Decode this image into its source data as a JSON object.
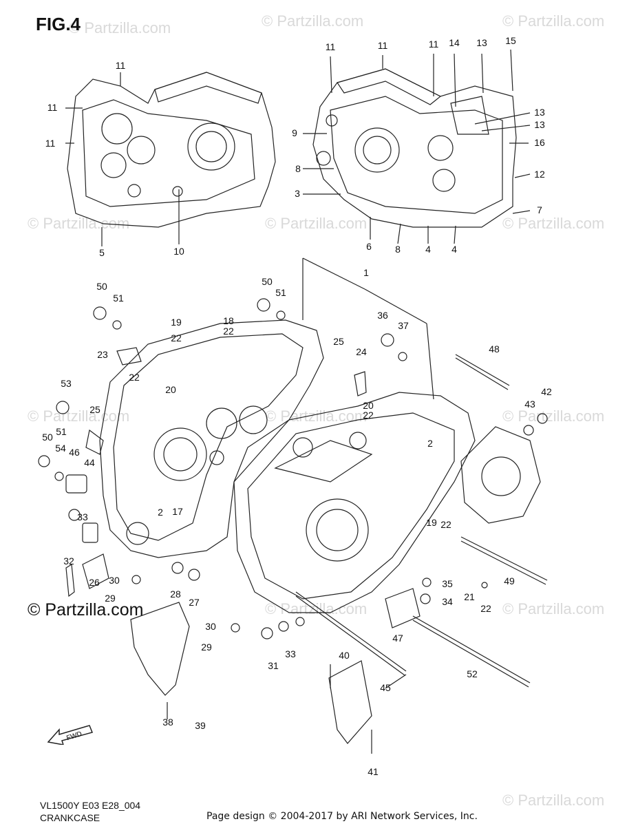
{
  "figure": {
    "title": "FIG.4"
  },
  "watermark": {
    "text": "© Partzilla.com"
  },
  "copyright": {
    "text": "© Partzilla.com"
  },
  "direction": {
    "label": "FWD"
  },
  "model": {
    "code": "VL1500Y E03 E28_004"
  },
  "caption": {
    "text": "CRANKCASE"
  },
  "footer": {
    "text": "Page design © 2004-2017 by ARI Network Services, Inc."
  },
  "callouts": [
    {
      "label": "11"
    },
    {
      "label": "11"
    },
    {
      "label": "11"
    },
    {
      "label": "5"
    },
    {
      "label": "10"
    },
    {
      "label": "11"
    },
    {
      "label": "11"
    },
    {
      "label": "11"
    },
    {
      "label": "14"
    },
    {
      "label": "13"
    },
    {
      "label": "15"
    },
    {
      "label": "13"
    },
    {
      "label": "13"
    },
    {
      "label": "9"
    },
    {
      "label": "16"
    },
    {
      "label": "8"
    },
    {
      "label": "12"
    },
    {
      "label": "3"
    },
    {
      "label": "7"
    },
    {
      "label": "6"
    },
    {
      "label": "8"
    },
    {
      "label": "4"
    },
    {
      "label": "4"
    },
    {
      "label": "1"
    },
    {
      "label": "50"
    },
    {
      "label": "51"
    },
    {
      "label": "50"
    },
    {
      "label": "51"
    },
    {
      "label": "19"
    },
    {
      "label": "18"
    },
    {
      "label": "22"
    },
    {
      "label": "22"
    },
    {
      "label": "36"
    },
    {
      "label": "37"
    },
    {
      "label": "25"
    },
    {
      "label": "24"
    },
    {
      "label": "48"
    },
    {
      "label": "23"
    },
    {
      "label": "22"
    },
    {
      "label": "53"
    },
    {
      "label": "20"
    },
    {
      "label": "25"
    },
    {
      "label": "20"
    },
    {
      "label": "22"
    },
    {
      "label": "43"
    },
    {
      "label": "42"
    },
    {
      "label": "50"
    },
    {
      "label": "51"
    },
    {
      "label": "54"
    },
    {
      "label": "46"
    },
    {
      "label": "44"
    },
    {
      "label": "2"
    },
    {
      "label": "2"
    },
    {
      "label": "17"
    },
    {
      "label": "33"
    },
    {
      "label": "32"
    },
    {
      "label": "19"
    },
    {
      "label": "22"
    },
    {
      "label": "26"
    },
    {
      "label": "30"
    },
    {
      "label": "28"
    },
    {
      "label": "27"
    },
    {
      "label": "35"
    },
    {
      "label": "21"
    },
    {
      "label": "49"
    },
    {
      "label": "29"
    },
    {
      "label": "34"
    },
    {
      "label": "22"
    },
    {
      "label": "30"
    },
    {
      "label": "29"
    },
    {
      "label": "31"
    },
    {
      "label": "33"
    },
    {
      "label": "47"
    },
    {
      "label": "40"
    },
    {
      "label": "52"
    },
    {
      "label": "45"
    },
    {
      "label": "38"
    },
    {
      "label": "39"
    },
    {
      "label": "41"
    }
  ]
}
